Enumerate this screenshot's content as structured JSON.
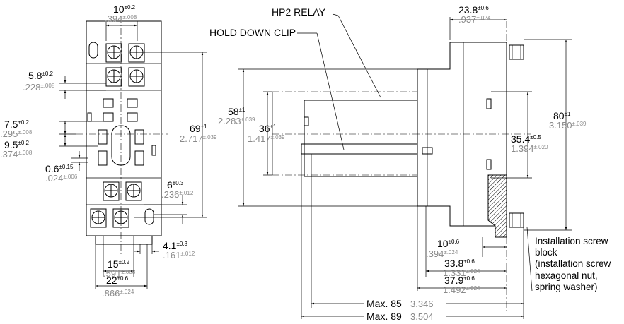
{
  "labels": {
    "hp2_relay": "HP2 RELAY",
    "hold_down_clip": "HOLD DOWN CLIP",
    "install_line1": "Installation screw",
    "install_line2": "block",
    "install_line3": "(installation screw",
    "install_line4": "hexagonal nut,",
    "install_line5": "spring washer)"
  },
  "dims": {
    "d10": {
      "mm": "10",
      "mm_tol": "±0.2",
      "in": ".394",
      "in_tol": "±.008"
    },
    "d5_8": {
      "mm": "5.8",
      "mm_tol": "±0.2",
      "in": ".228",
      "in_tol": "±.008"
    },
    "d7_5": {
      "mm": "7.5",
      "mm_tol": "±0.2",
      "in": ".295",
      "in_tol": "±.008"
    },
    "d9_5": {
      "mm": "9.5",
      "mm_tol": "±0.2",
      "in": ".374",
      "in_tol": "±.008"
    },
    "d0_6": {
      "mm": "0.6",
      "mm_tol": "±0.15",
      "in": ".024",
      "in_tol": "±.006"
    },
    "d69": {
      "mm": "69",
      "mm_tol": "±1",
      "in": "2.717",
      "in_tol": "±.039"
    },
    "d6": {
      "mm": "6",
      "mm_tol": "±0.3",
      "in": ".236",
      "in_tol": "±.012"
    },
    "d4_1": {
      "mm": "4.1",
      "mm_tol": "±0.3",
      "in": ".161",
      "in_tol": "±.012"
    },
    "d15": {
      "mm": "15",
      "mm_tol": "±0.2",
      "in": ".591",
      "in_tol": "±.008"
    },
    "d22": {
      "mm": "22",
      "mm_tol": "±0.6",
      "in": ".866",
      "in_tol": "±.024"
    },
    "d58": {
      "mm": "58",
      "mm_tol": "±1",
      "in": "2.283",
      "in_tol": "±.039"
    },
    "d36": {
      "mm": "36",
      "mm_tol": "±1",
      "in": "1.417",
      "in_tol": "±.039"
    },
    "d23_8": {
      "mm": "23.8",
      "mm_tol": "±0.6",
      "in": ".937",
      "in_tol": "±.024"
    },
    "d80": {
      "mm": "80",
      "mm_tol": "±1",
      "in": "3.150",
      "in_tol": "±.039"
    },
    "d35_4": {
      "mm": "35.4",
      "mm_tol": "±0.5",
      "in": "1.394",
      "in_tol": "±.020"
    },
    "d10r": {
      "mm": "10",
      "mm_tol": "±0.6",
      "in": ".394",
      "in_tol": "±.024"
    },
    "d33_8": {
      "mm": "33.8",
      "mm_tol": "±0.6",
      "in": "1.331",
      "in_tol": "±.024"
    },
    "d37_9": {
      "mm": "37.9",
      "mm_tol": "±0.6",
      "in": "1.492",
      "in_tol": "±.024"
    },
    "max85": {
      "label": "Max. 85",
      "in": "3.346"
    },
    "max89": {
      "label": "Max. 89",
      "in": "3.504"
    }
  }
}
